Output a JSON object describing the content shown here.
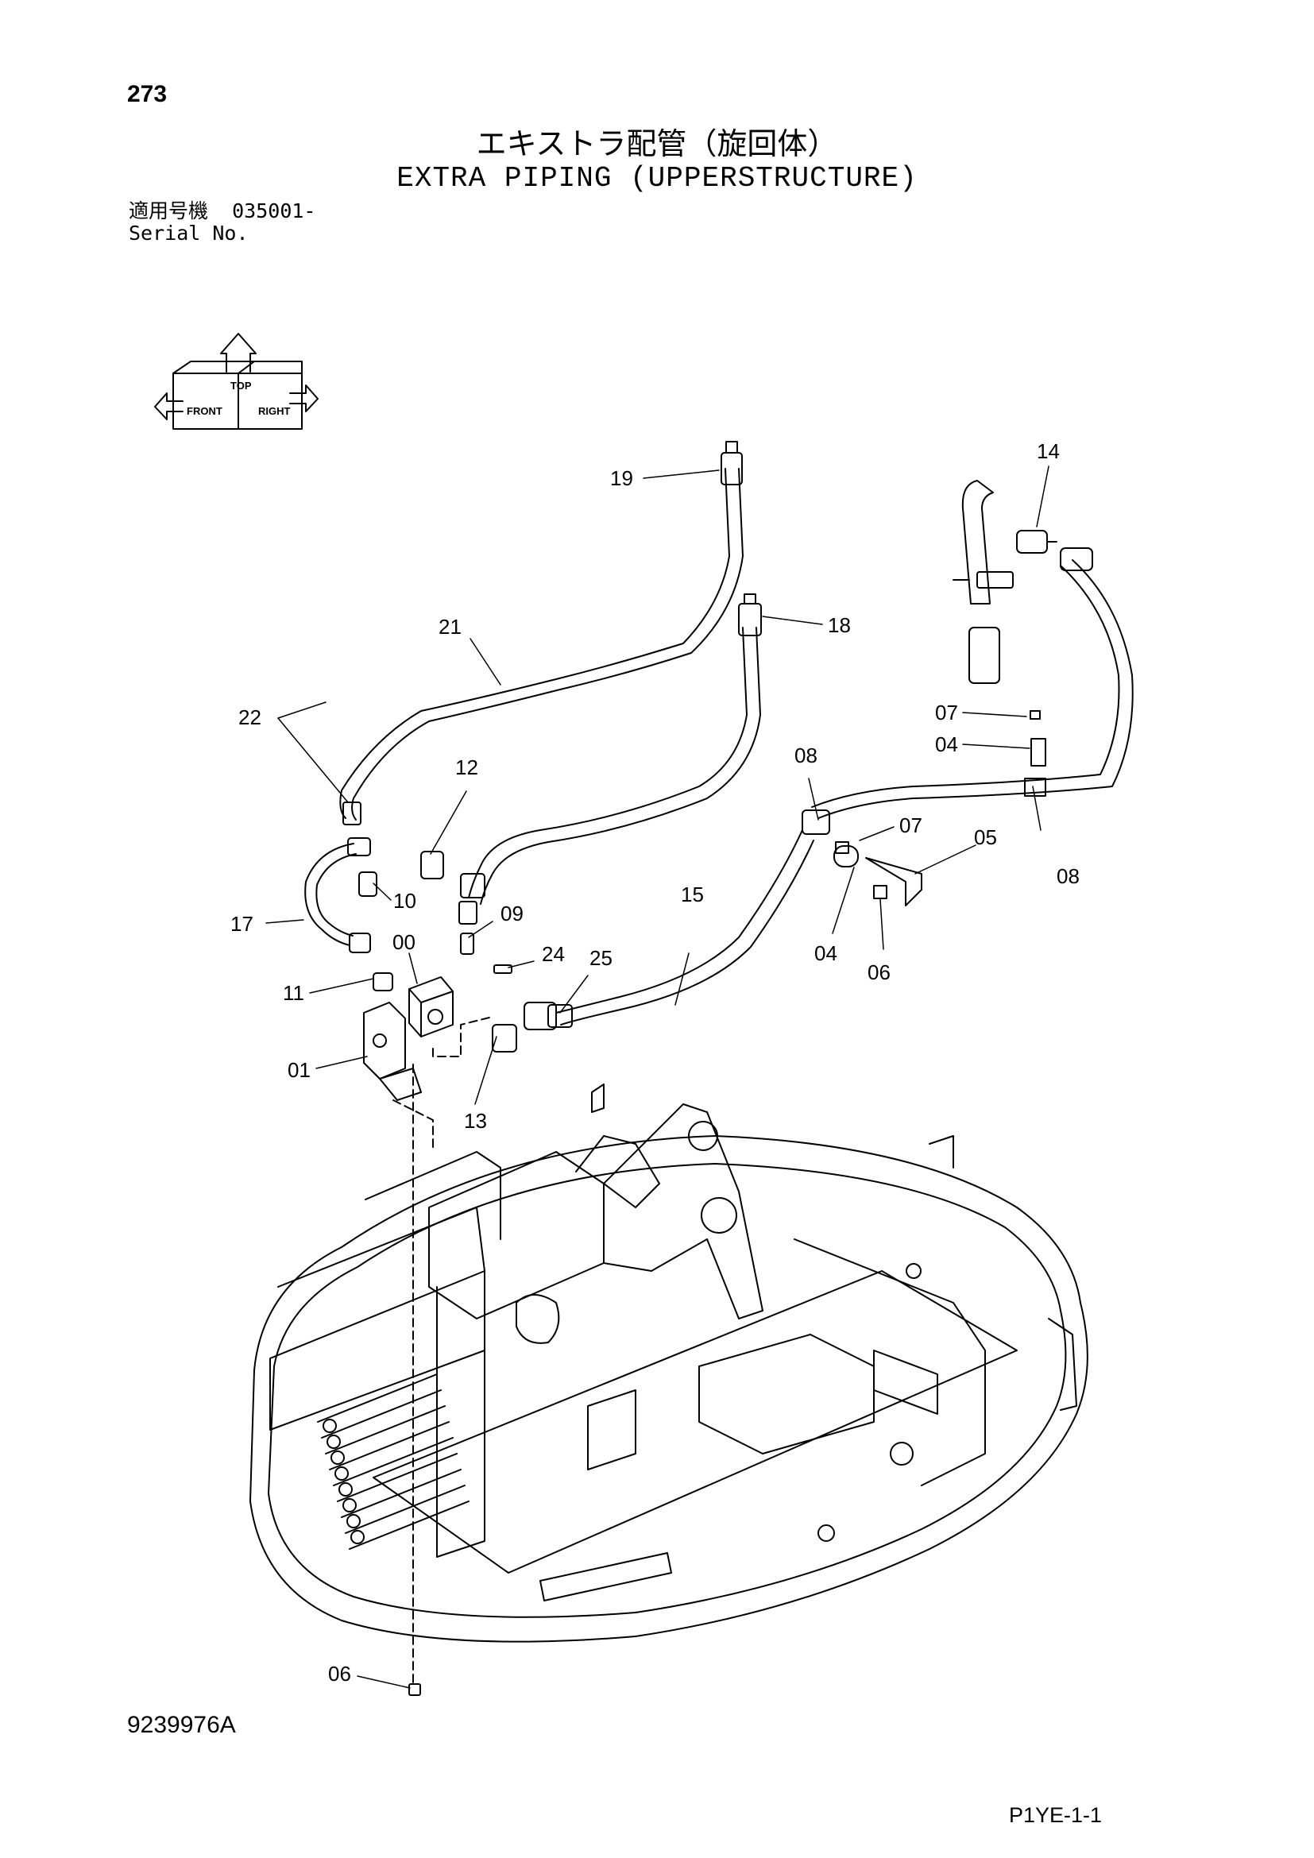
{
  "header": {
    "page_number": "273",
    "title_jp": "エキストラ配管（旋回体）",
    "title_en": "EXTRA PIPING (UPPERSTRUCTURE)",
    "serial_label_jp": "適用号機",
    "serial_value": "035001-",
    "serial_label_en": "Serial No."
  },
  "orientation_icon": {
    "labels": [
      "FRONT",
      "TOP",
      "RIGHT"
    ]
  },
  "callouts": {
    "c19": "19",
    "c14": "14",
    "c21": "21",
    "c18": "18",
    "c22": "22",
    "c07a": "07",
    "c04a": "04",
    "c08a": "08",
    "c12": "12",
    "c07b": "07",
    "c05": "05",
    "c08b": "08",
    "c17": "17",
    "c10": "10",
    "c09": "09",
    "c00": "00",
    "c24": "24",
    "c15": "15",
    "c25": "25",
    "c04b": "04",
    "c06a": "06",
    "c11": "11",
    "c01": "01",
    "c13": "13",
    "c06b": "06"
  },
  "footer": {
    "drawing_number": "9239976A",
    "page_code": "P1YE-1-1"
  }
}
